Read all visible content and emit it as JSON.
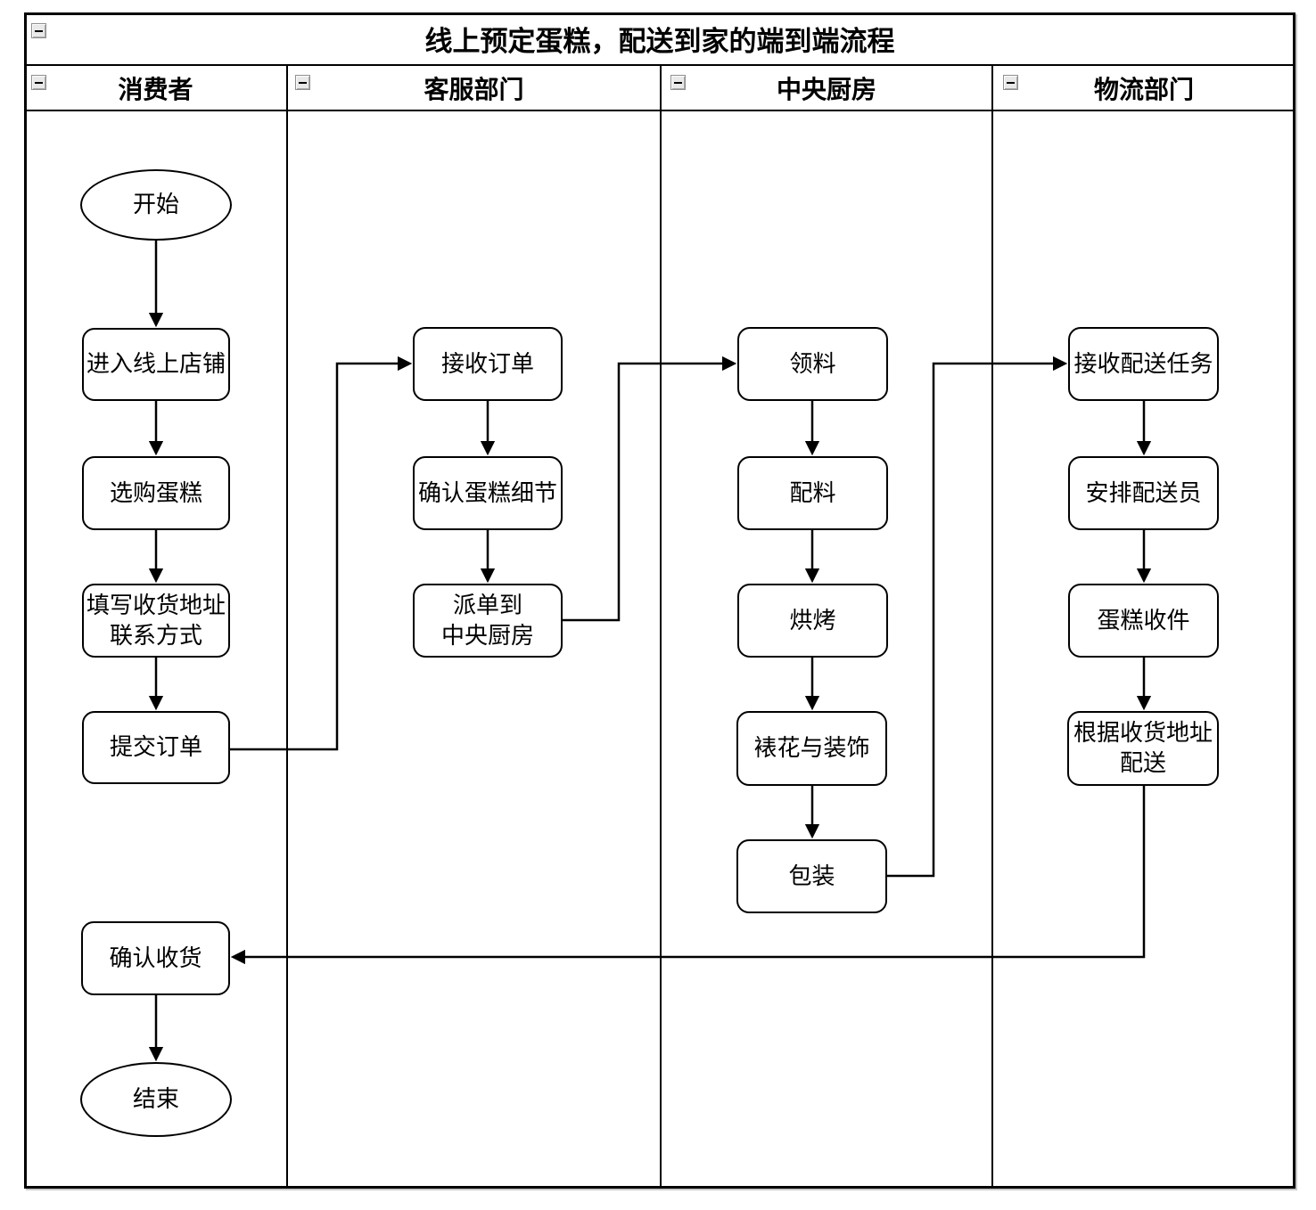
{
  "title": "线上预定蛋糕，配送到家的端到端流程",
  "lanes": [
    {
      "id": "consumer",
      "label": "消费者"
    },
    {
      "id": "service",
      "label": "客服部门"
    },
    {
      "id": "kitchen",
      "label": "中央厨房"
    },
    {
      "id": "logistics",
      "label": "物流部门"
    }
  ],
  "nodes": {
    "start": "开始",
    "enter_store": "进入线上店铺",
    "select_cake": "选购蛋糕",
    "fill_address": "填写收货地址\n联系方式",
    "submit_order": "提交订单",
    "confirm_receipt": "确认收货",
    "end": "结束",
    "receive_order": "接收订单",
    "confirm_details": "确认蛋糕细节",
    "dispatch_kitchen": "派单到\n中央厨房",
    "get_materials": "领料",
    "mix_ingredients": "配料",
    "bake": "烘烤",
    "decorate": "裱花与装饰",
    "pack": "包装",
    "receive_task": "接收配送任务",
    "assign_courier": "安排配送员",
    "pickup_cake": "蛋糕收件",
    "deliver": "根据收货地址\n配送"
  },
  "edges": [
    {
      "from": "start",
      "to": "enter_store"
    },
    {
      "from": "enter_store",
      "to": "select_cake"
    },
    {
      "from": "select_cake",
      "to": "fill_address"
    },
    {
      "from": "fill_address",
      "to": "submit_order"
    },
    {
      "from": "submit_order",
      "to": "receive_order"
    },
    {
      "from": "receive_order",
      "to": "confirm_details"
    },
    {
      "from": "confirm_details",
      "to": "dispatch_kitchen"
    },
    {
      "from": "dispatch_kitchen",
      "to": "get_materials"
    },
    {
      "from": "get_materials",
      "to": "mix_ingredients"
    },
    {
      "from": "mix_ingredients",
      "to": "bake"
    },
    {
      "from": "bake",
      "to": "decorate"
    },
    {
      "from": "decorate",
      "to": "pack"
    },
    {
      "from": "pack",
      "to": "receive_task"
    },
    {
      "from": "receive_task",
      "to": "assign_courier"
    },
    {
      "from": "assign_courier",
      "to": "pickup_cake"
    },
    {
      "from": "pickup_cake",
      "to": "deliver"
    },
    {
      "from": "deliver",
      "to": "confirm_receipt"
    },
    {
      "from": "confirm_receipt",
      "to": "end"
    }
  ],
  "icons": {
    "collapse_glyph": "−"
  },
  "colors": {
    "line": "#000000",
    "background": "#ffffff",
    "collapse_bg": "#e9e9e9"
  }
}
